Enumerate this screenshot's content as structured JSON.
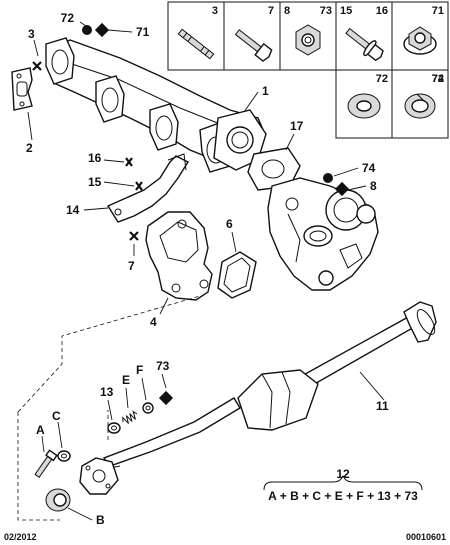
{
  "callouts": {
    "c1": "1",
    "c2": "2",
    "c3": "3",
    "c4": "4",
    "c6": "6",
    "c7": "7",
    "c8": "8",
    "c11": "11",
    "c13": "13",
    "c14": "14",
    "c15": "15",
    "c16": "16",
    "c17": "17",
    "c71": "71",
    "c72": "72",
    "c73": "73",
    "c74": "74",
    "cA": "A",
    "cB": "B",
    "cC": "C",
    "cE": "E",
    "cF": "F"
  },
  "table": {
    "h3": "3",
    "h7": "7",
    "h8": "8",
    "h73": "73",
    "h15": "15",
    "h16": "16",
    "h71": "71",
    "h72": "72",
    "h74": "74"
  },
  "kit": {
    "number": "12",
    "formula": "A + B + C + E + F + 13 + 73"
  },
  "footer": {
    "date": "02/2012",
    "ref": "00010601"
  }
}
